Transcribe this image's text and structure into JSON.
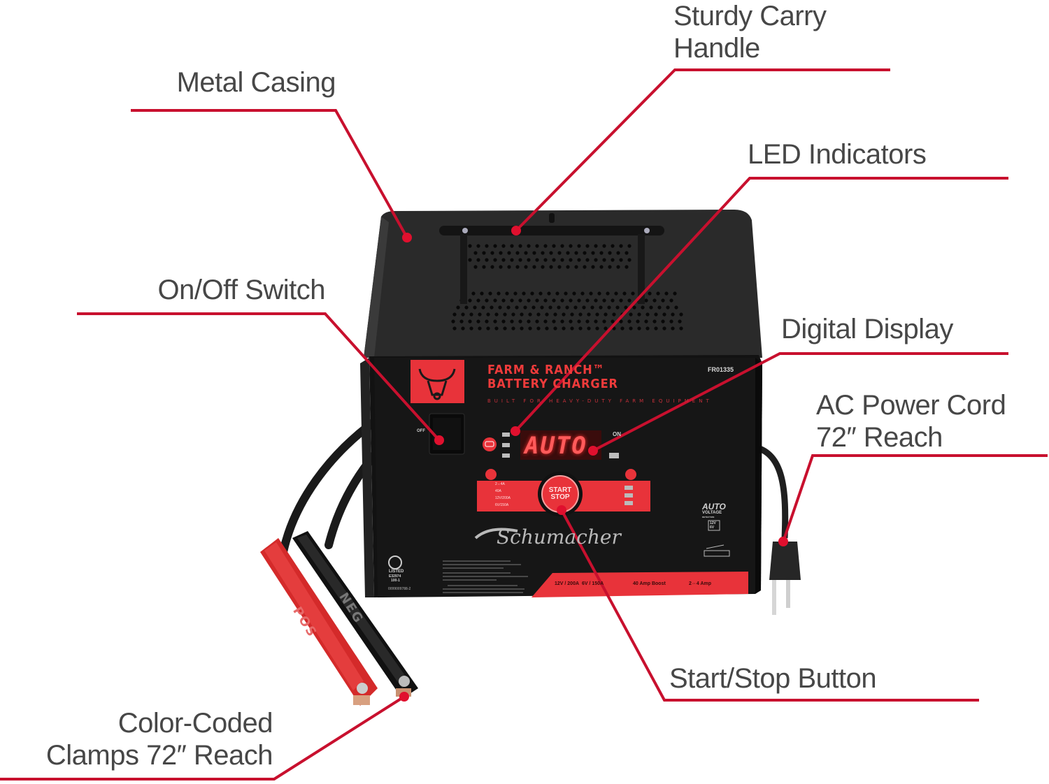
{
  "colors": {
    "callout_line": "#c8102e",
    "label_text": "#474747",
    "brand_red": "#e8333a",
    "casing": "#1c1c1c",
    "lcd": "#ff5a5a"
  },
  "callouts": [
    {
      "id": "metal-casing",
      "label": "Metal Casing"
    },
    {
      "id": "carry-handle",
      "label": "Sturdy Carry\nHandle"
    },
    {
      "id": "led-indicators",
      "label": "LED Indicators"
    },
    {
      "id": "on-off-switch",
      "label": "On/Off Switch"
    },
    {
      "id": "digital-display",
      "label": "Digital Display"
    },
    {
      "id": "ac-power-cord",
      "label": "AC Power Cord\n72″ Reach"
    },
    {
      "id": "start-stop-button",
      "label": "Start/Stop Button"
    },
    {
      "id": "clamps",
      "label": "Color-Coded\nClamps 72″ Reach"
    }
  ],
  "product": {
    "brand_title": "FARM & RANCH™\nBATTERY CHARGER",
    "tagline": "BUILT FOR HEAVY-DUTY FARM EQUIPMENT",
    "model": "FR01335",
    "display_value": "AUTO",
    "display_on_label": "ON",
    "switch_off_label": "OFF",
    "start_stop_label": "START\nSTOP",
    "brand_logo": "Schumacher",
    "auto_voltage": {
      "title": "AUTO",
      "subtitle": "VOLTAGE",
      "detection": "DETECTION",
      "voltages": "12V\n6V"
    },
    "left_modes": [
      "2⇔4A",
      "40A",
      "12V/200A",
      "6V/150A"
    ],
    "ul_mark": {
      "listed": "LISTED",
      "code": "E32974",
      "number": "100-1",
      "part": "0099009788-2"
    },
    "strip_specs": [
      "12V / 200A",
      "6V / 150A",
      "40 Amp Boost",
      "2⇔4 Amp"
    ],
    "clamp_positive": "POS",
    "clamp_negative": "NEG"
  }
}
